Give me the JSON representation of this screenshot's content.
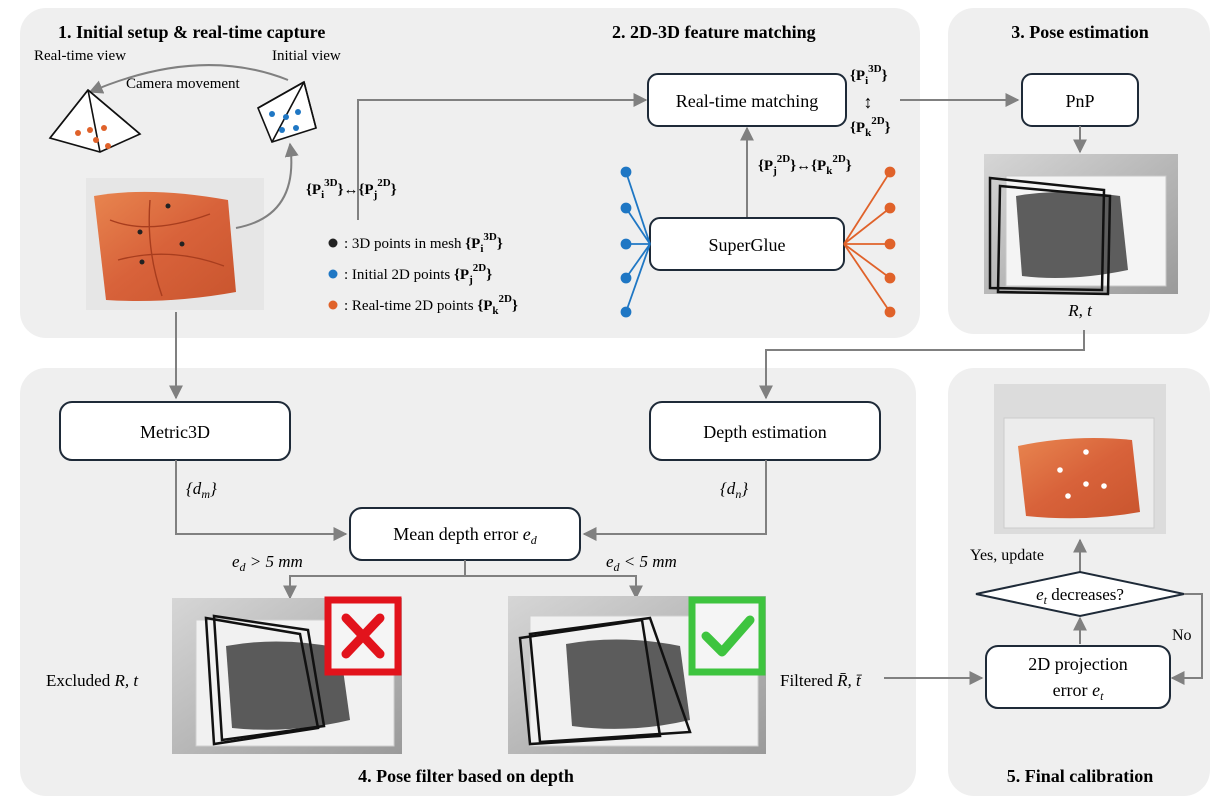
{
  "panels": {
    "setup": {
      "title": "1. Initial setup & real-time capture",
      "realtime_view": "Real-time view",
      "initial_view": "Initial view",
      "camera_movement": "Camera movement"
    },
    "matching": {
      "title": "2D-3D feature matching"
    },
    "pose": {
      "title": "3. Pose estimation"
    },
    "filter": {
      "title": "4. Pose filter based on depth"
    },
    "calib": {
      "title": "5. Final calibration"
    }
  },
  "labels": {
    "matching_prefix": "2.",
    "legend_3d": ": 3D points in mesh",
    "legend_init": ": Initial 2D points",
    "legend_rt": ": Real-time 2D points",
    "corr_setup_a": "{P",
    "corr_setup_a_sup": "3D",
    "corr_setup_a_sub": "i",
    "corr_setup_arrow": "}↔{P",
    "corr_setup_b_sup": "2D",
    "corr_setup_b_sub": "j",
    "close_brace": "}",
    "pi3d_sup": "3D",
    "pi3d_sub": "i",
    "pk2d_sup": "2D",
    "pk2d_sub": "k",
    "pj2d_sub": "j",
    "updown": "↕",
    "rt": "R, t",
    "dm": "{d",
    "dm_sub": "m",
    "dn_sub": "n",
    "ed_gt": "e",
    "ed_sub": "d",
    "gt5": " > 5 mm",
    "lt5": " < 5 mm",
    "excluded": "Excluded ",
    "excluded_rt": "R, t",
    "filtered": "Filtered ",
    "filtered_rt": "R̄, t̄",
    "yes_update": "Yes, update",
    "no": "No",
    "et_decreases_e": "e",
    "et_decreases_sub": "t",
    "et_decreases_rest": " decreases?"
  },
  "boxes": {
    "realtime_matching": "Real-time matching",
    "superglue": "SuperGlue",
    "pnp": "PnP",
    "metric3d": "Metric3D",
    "depth_estimation": "Depth estimation",
    "mean_depth_error": "Mean depth error ",
    "proj_error_line1": "2D projection",
    "proj_error_line2": "error "
  },
  "colors": {
    "panel_bg": "#efefef",
    "arrow": "#808080",
    "blue_points": "#1f77c4",
    "orange_points": "#e0622a",
    "box_border": "#1e2a38",
    "red_mark": "#e2131c",
    "green_mark": "#3ec43f"
  }
}
